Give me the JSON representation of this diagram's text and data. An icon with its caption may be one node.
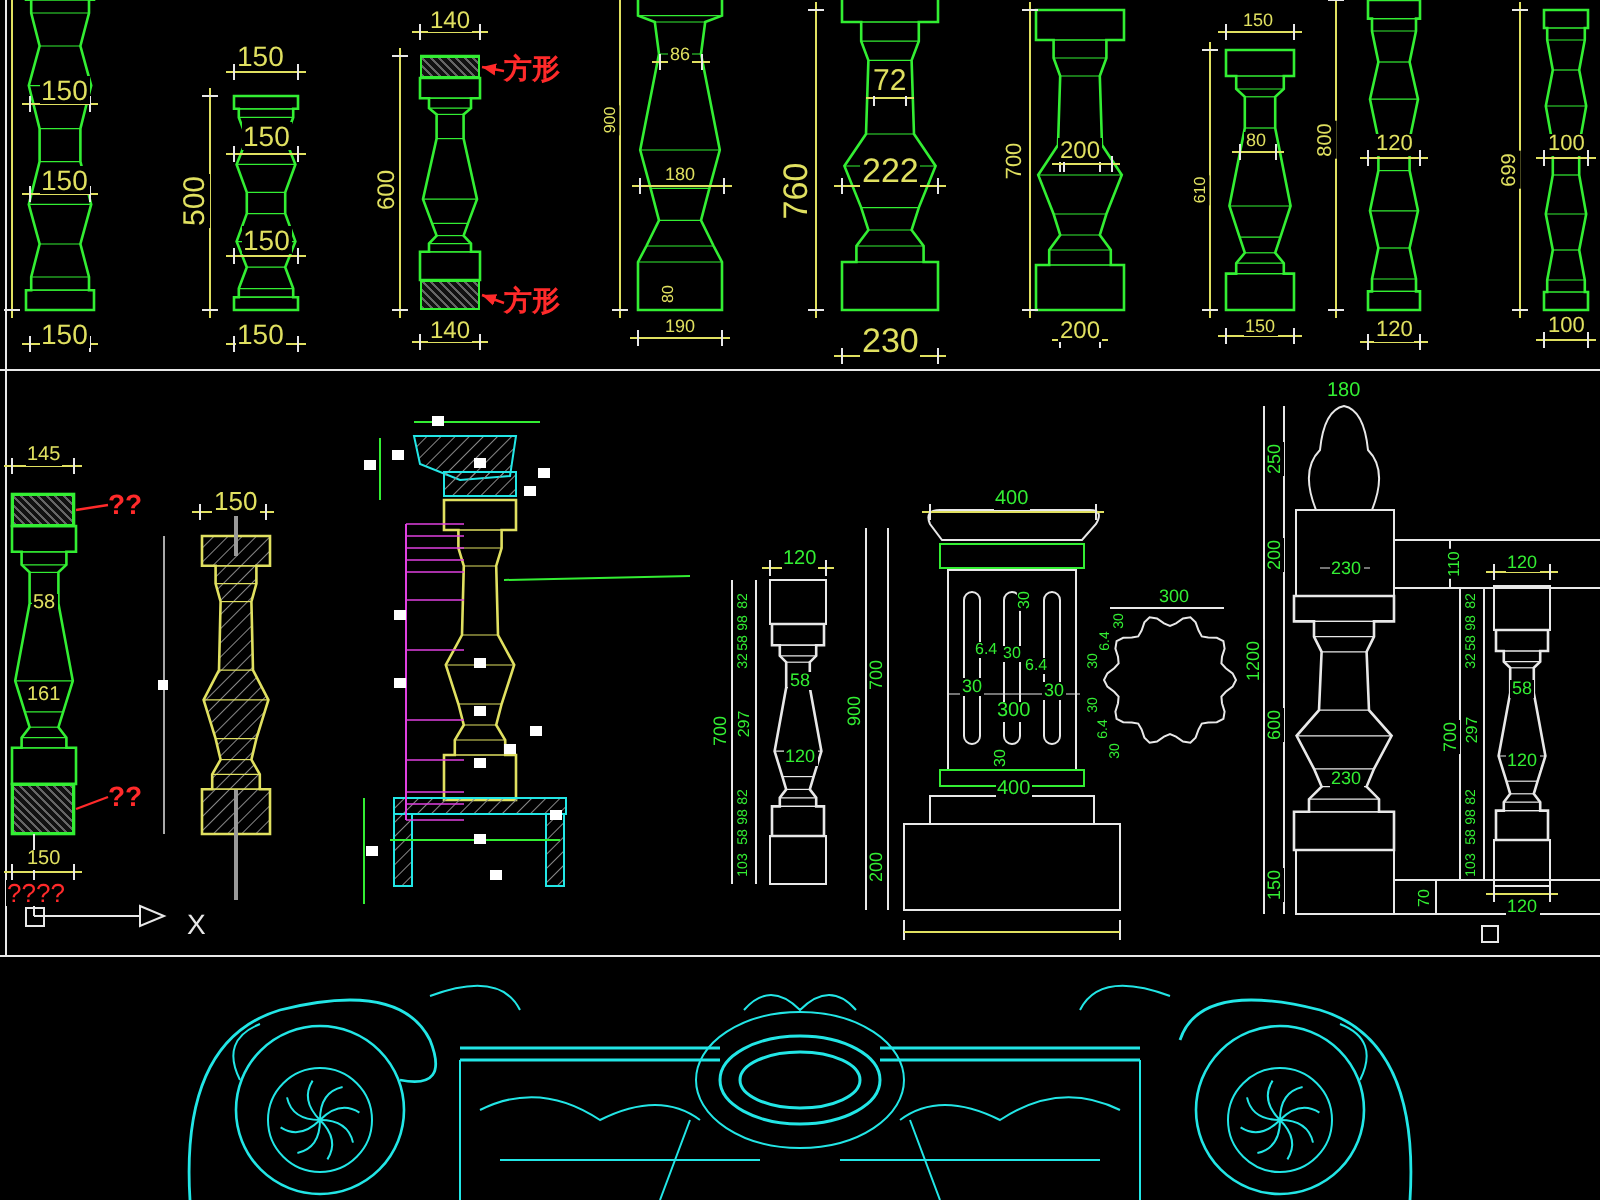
{
  "diagram": {
    "nodes": [
      {
        "text": [
          "方形"
        ]
      },
      {
        "text": [],
        "shape": "box"
      },
      {
        "text": [
          "方形"
        ]
      },
      {
        "text": [],
        "shape": "box"
      },
      {
        "text": [
          "??"
        ]
      },
      {
        "text": [],
        "shape": "box"
      },
      {
        "text": [
          "??"
        ]
      },
      {
        "text": [],
        "shape": "box"
      }
    ],
    "edges": [
      {
        "from": 0,
        "to": 1,
        "arrow": "to"
      },
      {
        "from": 2,
        "to": 3,
        "arrow": "to"
      },
      {
        "from": 4,
        "to": 5,
        "arrow": "none"
      },
      {
        "from": 6,
        "to": 7,
        "arrow": "none"
      }
    ],
    "labels": [
      "150",
      "150",
      "150",
      "150",
      "500",
      "150",
      "150",
      "150",
      "140",
      "600",
      "140",
      "86",
      "900",
      "180",
      "80",
      "190",
      "760",
      "72",
      "222",
      "230",
      "700",
      "200",
      "200",
      "150",
      "610",
      "80",
      "150",
      "800",
      "120",
      "120",
      "699",
      "100",
      "100",
      "145",
      "58",
      "161",
      "150",
      "????",
      "X",
      "150",
      "120",
      "82",
      "98",
      "58",
      "32",
      "58",
      "297",
      "120",
      "700",
      "82",
      "98",
      "58",
      "103",
      "400",
      "30",
      "6.4",
      "30",
      "6.4",
      "30",
      "300",
      "30",
      "30",
      "400",
      "700",
      "900",
      "200",
      "300",
      "30",
      "6.4",
      "30",
      "30",
      "6.4",
      "30",
      "180",
      "250",
      "200",
      "230",
      "110",
      "1200",
      "600",
      "230",
      "150",
      "70",
      "120",
      "82",
      "98",
      "58",
      "32",
      "58",
      "297",
      "120",
      "700",
      "82",
      "98",
      "58",
      "103",
      "120"
    ]
  }
}
